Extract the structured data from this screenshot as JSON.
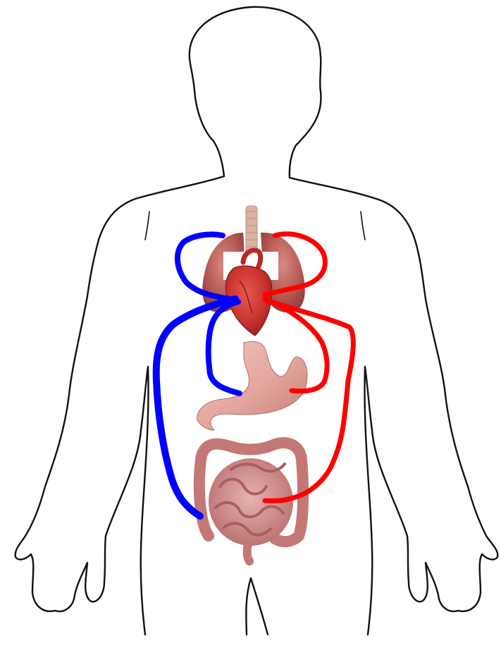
{
  "colors": {
    "background": "#ffffff",
    "outline": "#111111",
    "oxygenated_blood": "#ff0000",
    "deoxygenated_blood": "#0000ff",
    "heart": "#c8322e",
    "lung": "#b85a55",
    "stomach": "#e3a59c",
    "intestine": "#c98584",
    "trachea": "#d9b4a5"
  },
  "figure": {
    "subject": "human-body-outline",
    "organs": [
      "lungs-icon",
      "heart-icon",
      "stomach-icon",
      "intestines-icon"
    ],
    "vessels": {
      "blue_count": 3,
      "red_count": 3
    }
  }
}
